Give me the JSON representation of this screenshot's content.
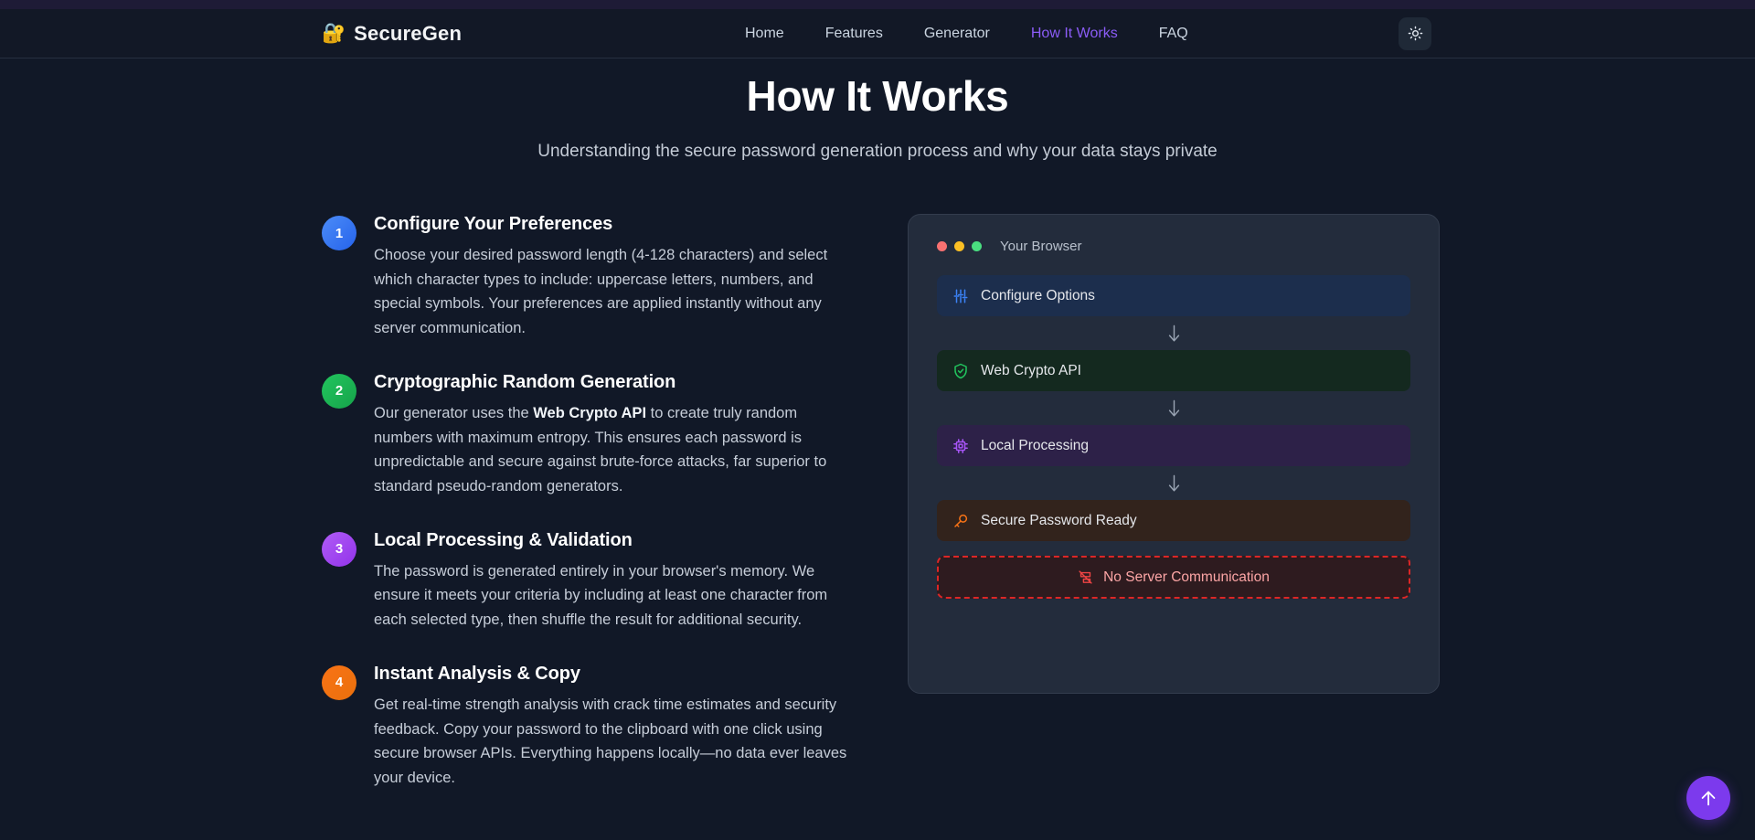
{
  "header": {
    "brand_emoji": "🔐",
    "brand_name": "SecureGen",
    "nav": [
      {
        "label": "Home",
        "active": false
      },
      {
        "label": "Features",
        "active": false
      },
      {
        "label": "Generator",
        "active": false
      },
      {
        "label": "How It Works",
        "active": true
      },
      {
        "label": "FAQ",
        "active": false
      }
    ],
    "theme_toggle_icon": "sun-icon",
    "accent_color": "#8b5cf6"
  },
  "hero": {
    "title": "How It Works",
    "subtitle": "Understanding the secure password generation process and why your data stays private"
  },
  "steps": [
    {
      "number": "1",
      "title": "Configure Your Preferences",
      "desc": "Choose your desired password length (4-128 characters) and select which character types to include: uppercase letters, numbers, and special symbols. Your preferences are applied instantly without any server communication.",
      "color": "#3b82f6"
    },
    {
      "number": "2",
      "title": "Cryptographic Random Generation",
      "desc_pre": "Our generator uses the ",
      "desc_bold": "Web Crypto API",
      "desc_post": " to create truly random numbers with maximum entropy. This ensures each password is unpredictable and secure against brute-force attacks, far superior to standard pseudo-random generators.",
      "color": "#22c55e"
    },
    {
      "number": "3",
      "title": "Local Processing & Validation",
      "desc": "The password is generated entirely in your browser's memory. We ensure it meets your criteria by including at least one character from each selected type, then shuffle the result for additional security.",
      "color": "#a855f7"
    },
    {
      "number": "4",
      "title": "Instant Analysis & Copy",
      "desc": "Get real-time strength analysis with crack time estimates and security feedback. Copy your password to the clipboard with one click using secure browser APIs. Everything happens locally—no data ever leaves your device.",
      "color": "#f97316"
    }
  ],
  "browser_mock": {
    "window_title": "Your Browser",
    "traffic_lights": [
      "#f87171",
      "#fbbf24",
      "#4ade80"
    ],
    "flow": [
      {
        "label": "Configure Options",
        "icon": "sliders-icon",
        "icon_color": "#3b82f6",
        "bg": "#1c2e4d"
      },
      {
        "label": "Web Crypto API",
        "icon": "shield-check-icon",
        "icon_color": "#22c55e",
        "bg": "#14291f"
      },
      {
        "label": "Local Processing",
        "icon": "cpu-chip-icon",
        "icon_color": "#a855f7",
        "bg": "#2d2148"
      },
      {
        "label": "Secure Password Ready",
        "icon": "key-icon",
        "icon_color": "#f97316",
        "bg": "#32231c"
      }
    ],
    "arrow_glyph": "↓",
    "warning": {
      "label": "No Server Communication",
      "icon": "server-off-icon",
      "border_color": "#dc2626",
      "text_color": "#fca5a5"
    }
  },
  "scroll_top_button": {
    "icon": "arrow-up-icon",
    "color": "#7c3aed"
  }
}
